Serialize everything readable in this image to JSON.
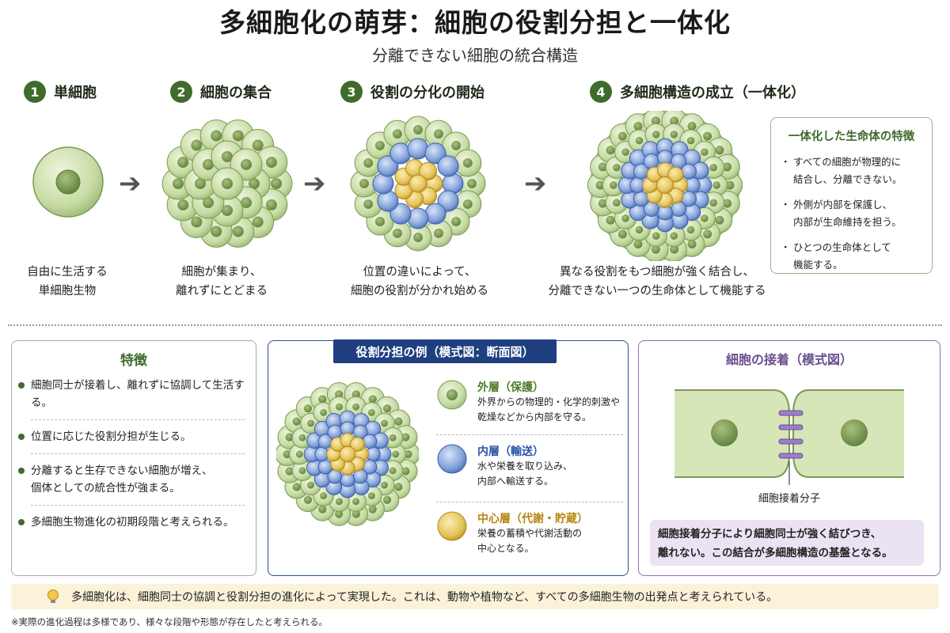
{
  "title": "多細胞化の萌芽：細胞の役割分担と一体化",
  "subtitle": "分離できない細胞の統合構造",
  "stages": [
    {
      "num": "1",
      "label": "単細胞",
      "caption": [
        "自由に生活する",
        "単細胞生物"
      ]
    },
    {
      "num": "2",
      "label": "細胞の集合",
      "caption": [
        "細胞が集まり、",
        "離れずにとどまる"
      ]
    },
    {
      "num": "3",
      "label": "役割の分化の開始",
      "caption": [
        "位置の違いによって、",
        "細胞の役割が分かれ始める"
      ]
    },
    {
      "num": "4",
      "label": "多細胞構造の成立（一体化）",
      "caption": [
        "異なる役割をもつ細胞が強く結合し、",
        "分離できない一つの生命体として機能する"
      ]
    }
  ],
  "feature_box": {
    "title": "一体化した生命体の特徴",
    "items": [
      [
        "すべての細胞が物理的に",
        "結合し、分離できない。"
      ],
      [
        "外側が内部を保護し、",
        "内部が生命維持を担う。"
      ],
      [
        "ひとつの生命体として",
        "機能する。"
      ]
    ]
  },
  "features_panel": {
    "title": "特徴",
    "items": [
      [
        "細胞同士が接着し、離れずに協調して生活する。"
      ],
      [
        "位置に応じた役割分担が生じる。"
      ],
      [
        "分離すると生存できない細胞が増え、",
        "個体としての統合性が強まる。"
      ],
      [
        "多細胞生物進化の初期段階と考えられる。"
      ]
    ]
  },
  "roles_panel": {
    "title": "役割分担の例（模式図：断面図）",
    "legend": [
      {
        "title": "外層（保護）",
        "color": "#4f7a2a",
        "desc": [
          "外界からの物理的・化学的刺激や",
          "乾燥などから内部を守る。"
        ]
      },
      {
        "title": "内層（輸送）",
        "color": "#2a55a8",
        "desc": [
          "水や栄養を取り込み、",
          "内部へ輸送する。"
        ]
      },
      {
        "title": "中心層（代謝・貯蔵）",
        "color": "#b7860f",
        "desc": [
          "栄養の蓄積や代謝活動の",
          "中心となる。"
        ]
      }
    ]
  },
  "adhesion_panel": {
    "title": "細胞の接着（模式図）",
    "label": "細胞接着分子",
    "note": [
      "細胞接着分子により細胞同士が強く結びつき、",
      "離れない。この結合が多細胞構造の基盤となる。"
    ]
  },
  "banner": "多細胞化は、細胞同士の協調と役割分担の進化によって実現した。これは、動物や植物など、すべての多細胞生物の出発点と考えられている。",
  "footnote": "※実際の進化過程は多様であり、様々な段階や形態が存在したと考えられる。",
  "colors": {
    "green": "#c6dba3",
    "green_dark": "#7a9a55",
    "blue": "#7f9fd8",
    "blue_dark": "#3e5fa8",
    "yellow": "#e3c35a",
    "yellow_dark": "#b38a1c"
  }
}
